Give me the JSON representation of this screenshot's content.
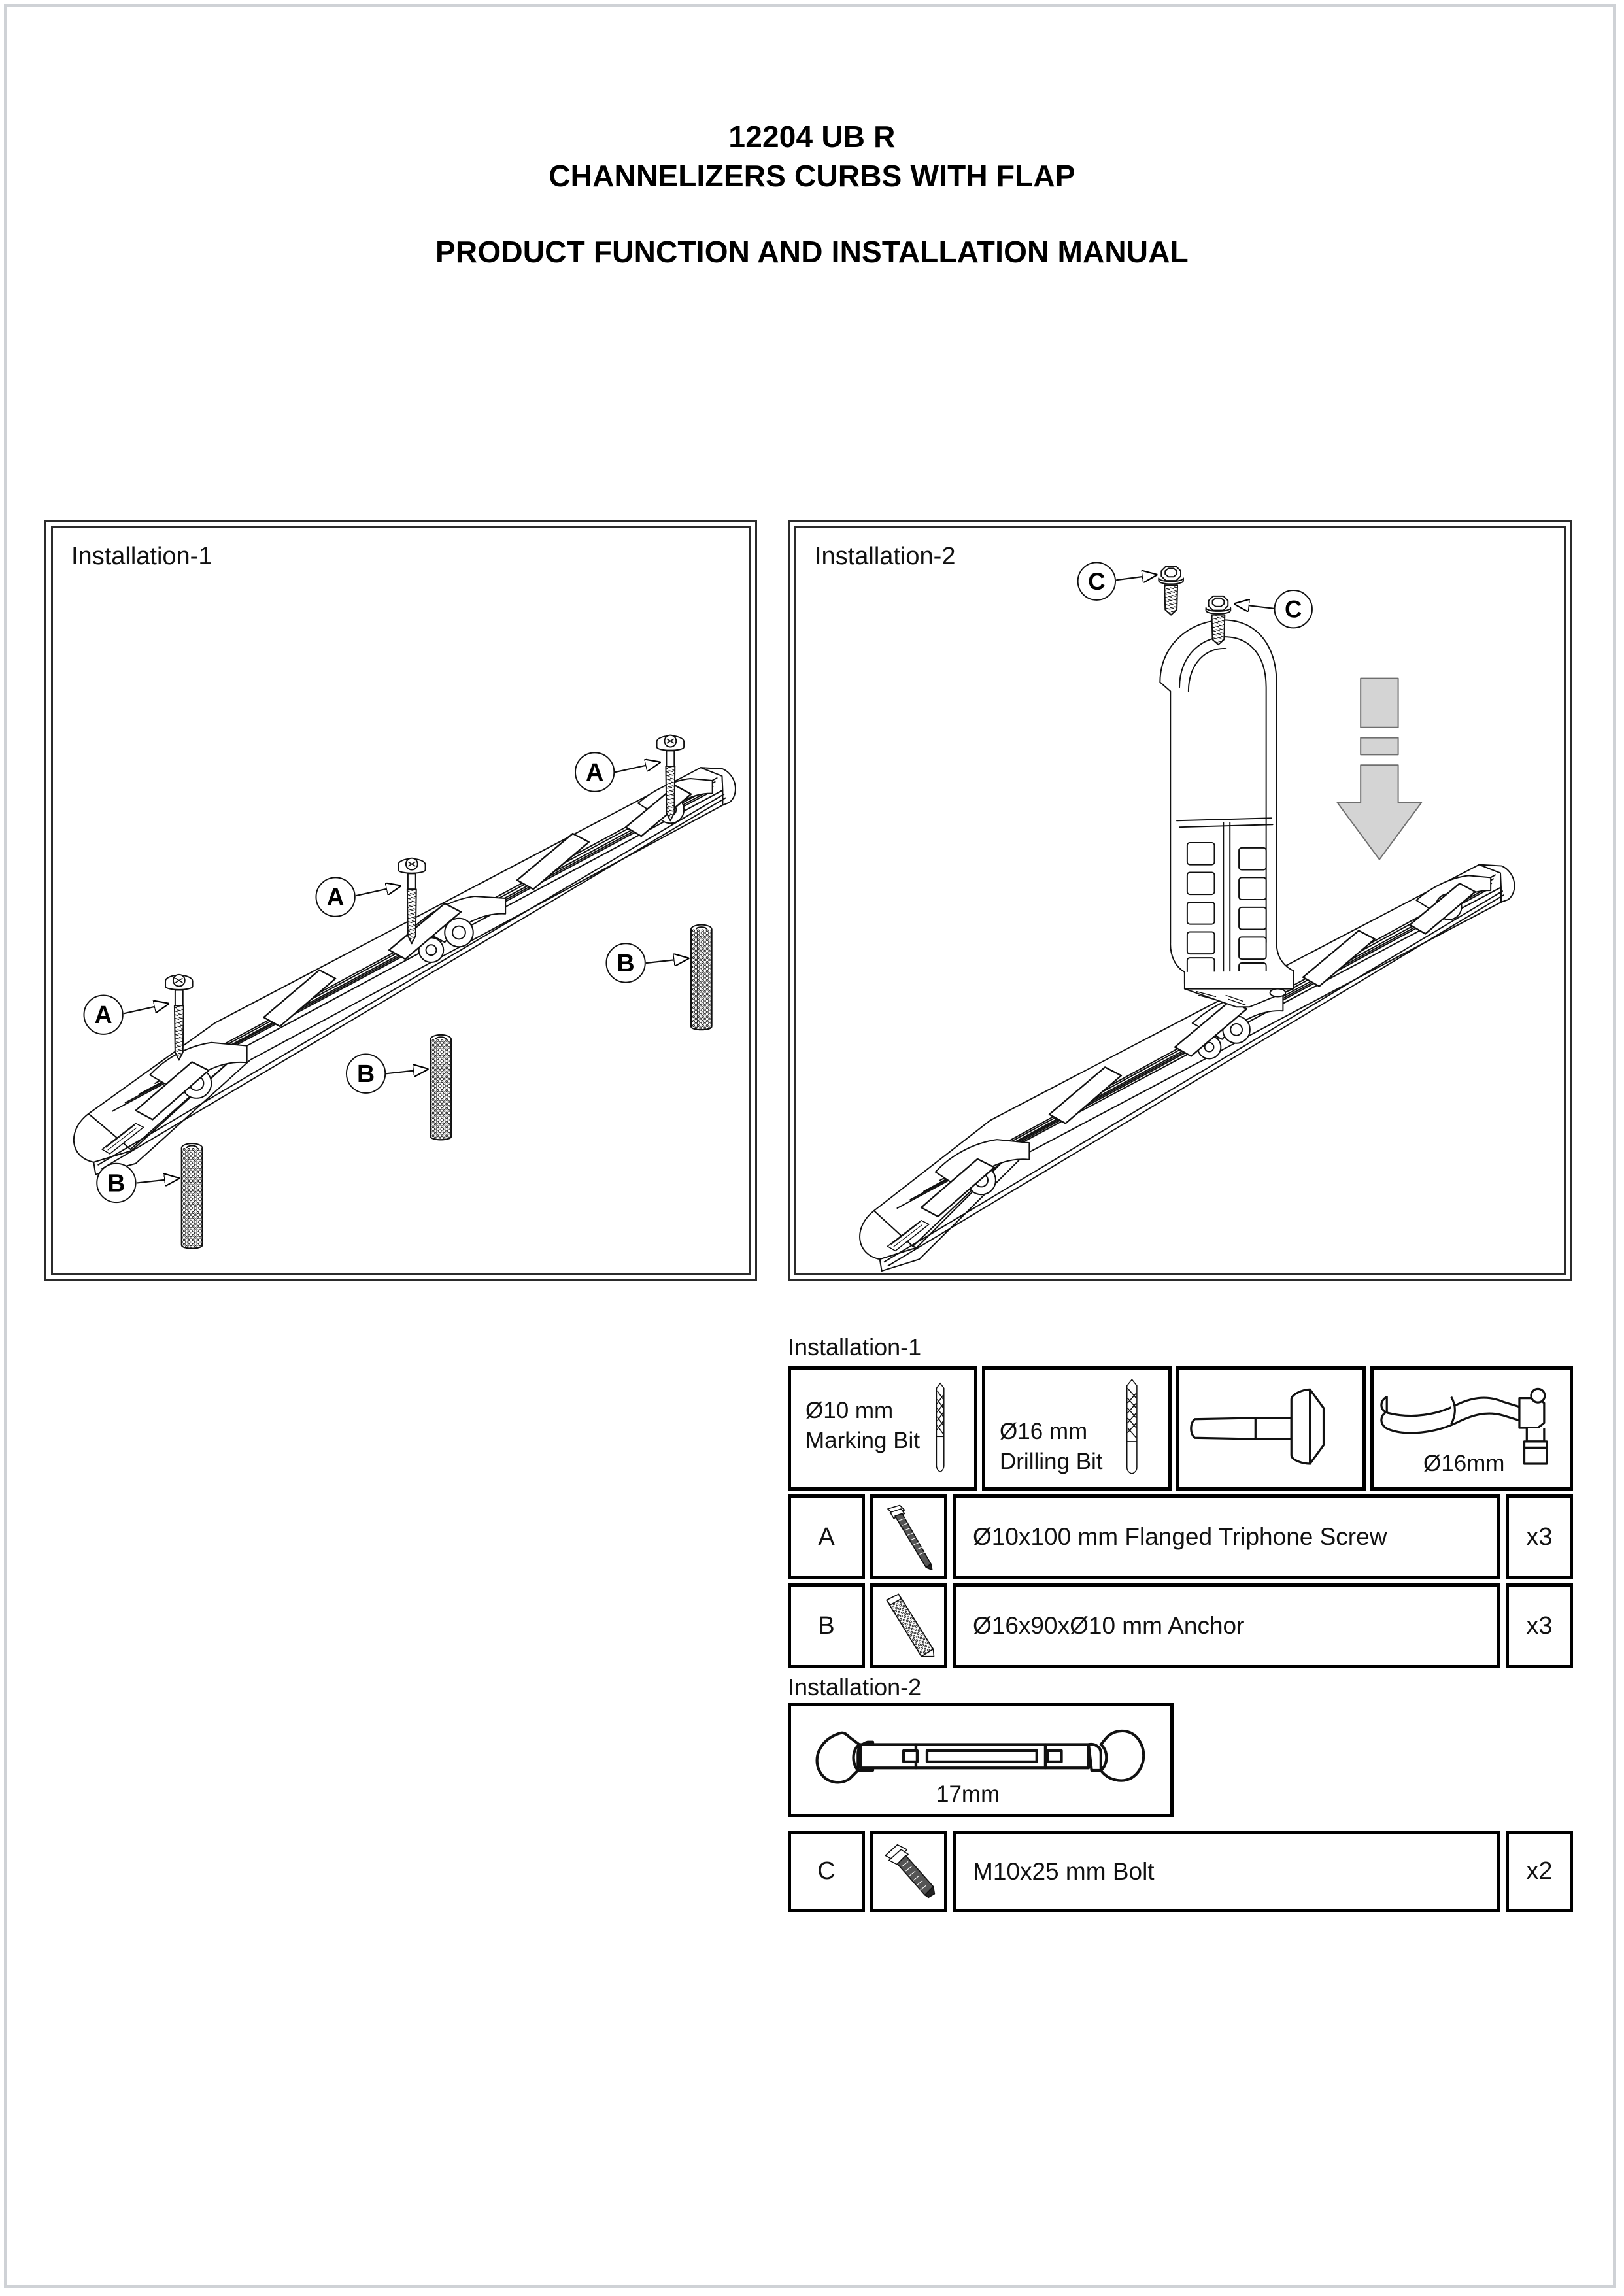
{
  "document": {
    "title_code": "12204 UB R",
    "title_product": "CHANNELIZERS CURBS WITH FLAP",
    "title_manual": "PRODUCT FUNCTION AND INSTALLATION MANUAL"
  },
  "panels": [
    {
      "label": "Installation-1",
      "callouts": [
        {
          "tag": "A",
          "target": "flanged-triphone-screw"
        },
        {
          "tag": "A",
          "target": "flanged-triphone-screw"
        },
        {
          "tag": "A",
          "target": "flanged-triphone-screw"
        },
        {
          "tag": "B",
          "target": "anchor-sleeve"
        },
        {
          "tag": "B",
          "target": "anchor-sleeve"
        },
        {
          "tag": "B",
          "target": "anchor-sleeve"
        }
      ]
    },
    {
      "label": "Installation-2",
      "callouts": [
        {
          "tag": "C",
          "target": "m10-bolt"
        },
        {
          "tag": "C",
          "target": "m10-bolt"
        }
      ],
      "assembly_direction": "down"
    }
  ],
  "tables": [
    {
      "heading": "Installation-1",
      "tools": [
        {
          "name": "marking-bit",
          "line1": "Ø10 mm",
          "line2": "Marking Bit",
          "caption": ""
        },
        {
          "name": "drilling-bit",
          "line1": "Ø16 mm",
          "line2": "Drilling Bit",
          "caption": ""
        },
        {
          "name": "hammer",
          "line1": "",
          "line2": "",
          "caption": ""
        },
        {
          "name": "socket-ratchet",
          "line1": "",
          "line2": "",
          "caption": "Ø16mm"
        }
      ],
      "parts": [
        {
          "tag": "A",
          "icon": "flanged-triphone-screw",
          "description": "Ø10x100 mm Flanged Triphone Screw",
          "quantity": "x3"
        },
        {
          "tag": "B",
          "icon": "anchor-sleeve",
          "description": "Ø16x90xØ10 mm Anchor",
          "quantity": "x3"
        }
      ]
    },
    {
      "heading": "Installation-2",
      "tools": [
        {
          "name": "open-end-wrench",
          "line1": "",
          "line2": "",
          "caption": "17mm"
        }
      ],
      "parts": [
        {
          "tag": "C",
          "icon": "hex-bolt",
          "description": "M10x25 mm Bolt",
          "quantity": "x2"
        }
      ]
    }
  ],
  "colors": {
    "ink": "#000000",
    "page_border": "#cfd2d6",
    "arrow_grey": "#d4d4d4",
    "arrow_grey_stroke": "#6f6f6f"
  }
}
